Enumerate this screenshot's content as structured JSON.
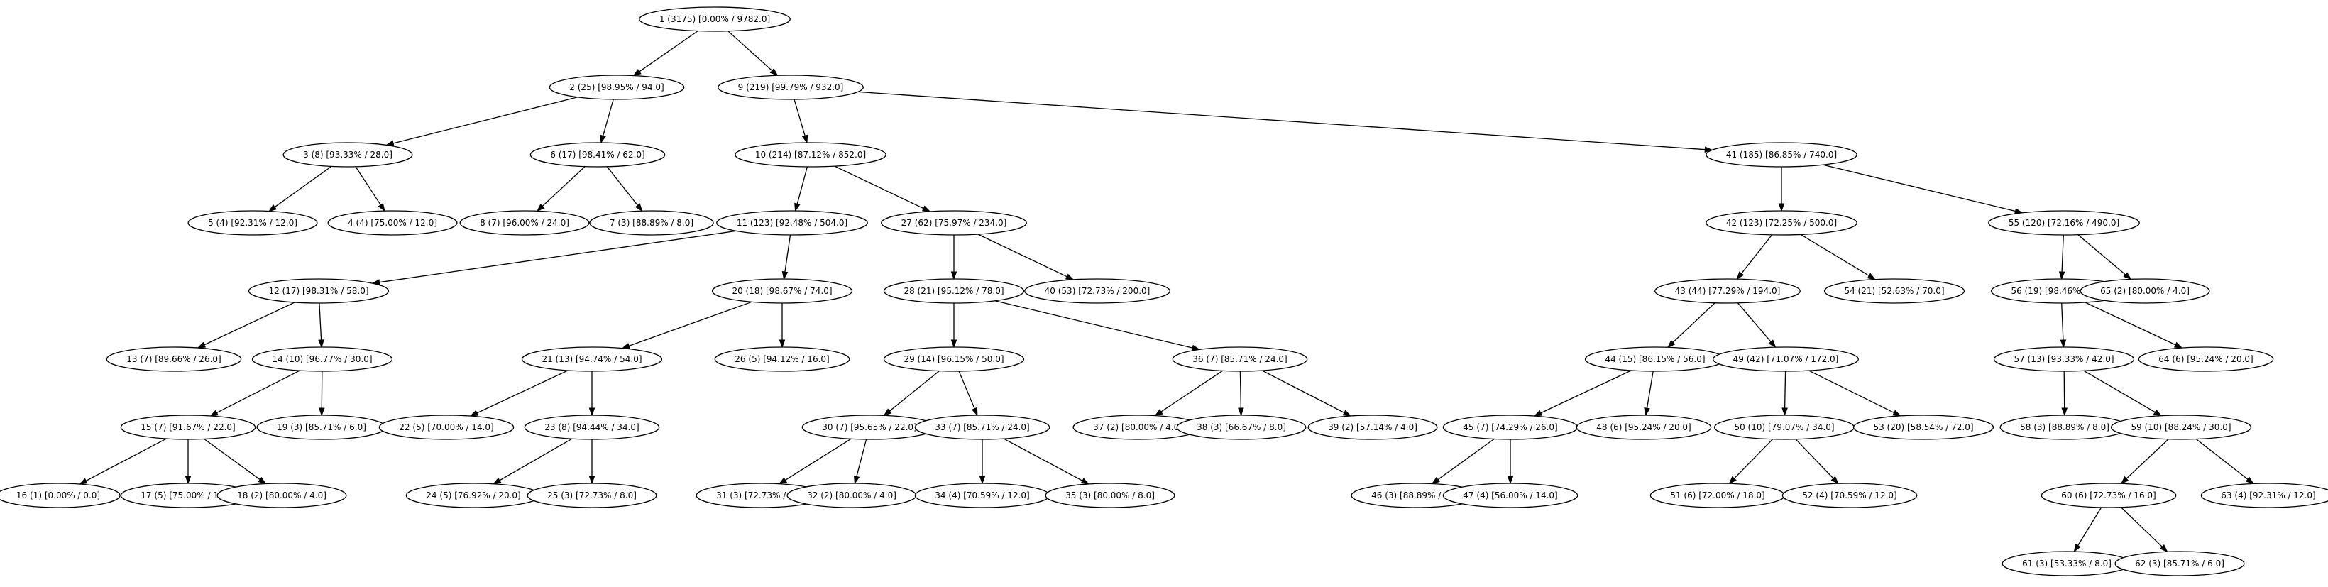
{
  "diagram": {
    "nodes": [
      {
        "id": "1",
        "label": "1 (3175) [0.00% / 9782.0]"
      },
      {
        "id": "2",
        "label": "2 (25) [98.95% / 94.0]"
      },
      {
        "id": "9",
        "label": "9 (219) [99.79% / 932.0]"
      },
      {
        "id": "3",
        "label": "3 (8) [93.33% / 28.0]"
      },
      {
        "id": "6",
        "label": "6 (17) [98.41% / 62.0]"
      },
      {
        "id": "10",
        "label": "10 (214) [87.12% / 852.0]"
      },
      {
        "id": "41",
        "label": "41 (185) [86.85% / 740.0]"
      },
      {
        "id": "5",
        "label": "5 (4) [92.31% / 12.0]"
      },
      {
        "id": "4",
        "label": "4 (4) [75.00% / 12.0]"
      },
      {
        "id": "8",
        "label": "8 (7) [96.00% / 24.0]"
      },
      {
        "id": "7",
        "label": "7 (3) [88.89% / 8.0]"
      },
      {
        "id": "11",
        "label": "11 (123) [92.48% / 504.0]"
      },
      {
        "id": "27",
        "label": "27 (62) [75.97% / 234.0]"
      },
      {
        "id": "42",
        "label": "42 (123) [72.25% / 500.0]"
      },
      {
        "id": "55",
        "label": "55 (120) [72.16% / 490.0]"
      },
      {
        "id": "12",
        "label": "12 (17) [98.31% / 58.0]"
      },
      {
        "id": "20",
        "label": "20 (18) [98.67% / 74.0]"
      },
      {
        "id": "28",
        "label": "28 (21) [95.12% / 78.0]"
      },
      {
        "id": "40",
        "label": "40 (53) [72.73% / 200.0]"
      },
      {
        "id": "43",
        "label": "43 (44) [77.29% / 194.0]"
      },
      {
        "id": "54",
        "label": "54 (21) [52.63% / 70.0]"
      },
      {
        "id": "56",
        "label": "56 (19) [98.46% / 64.0]"
      },
      {
        "id": "65",
        "label": "65 (2) [80.00% / 4.0]"
      },
      {
        "id": "13",
        "label": "13 (7) [89.66% / 26.0]"
      },
      {
        "id": "14",
        "label": "14 (10) [96.77% / 30.0]"
      },
      {
        "id": "21",
        "label": "21 (13) [94.74% / 54.0]"
      },
      {
        "id": "26",
        "label": "26 (5) [94.12% / 16.0]"
      },
      {
        "id": "29",
        "label": "29 (14) [96.15% / 50.0]"
      },
      {
        "id": "36",
        "label": "36 (7) [85.71% / 24.0]"
      },
      {
        "id": "44",
        "label": "44 (15) [86.15% / 56.0]"
      },
      {
        "id": "49",
        "label": "49 (42) [71.07% / 172.0]"
      },
      {
        "id": "57",
        "label": "57 (13) [93.33% / 42.0]"
      },
      {
        "id": "64",
        "label": "64 (6) [95.24% / 20.0]"
      },
      {
        "id": "15",
        "label": "15 (7) [91.67% / 22.0]"
      },
      {
        "id": "19",
        "label": "19 (3) [85.71% / 6.0]"
      },
      {
        "id": "22",
        "label": "22 (5) [70.00% / 14.0]"
      },
      {
        "id": "23",
        "label": "23 (8) [94.44% / 34.0]"
      },
      {
        "id": "30",
        "label": "30 (7) [95.65% / 22.0]"
      },
      {
        "id": "33",
        "label": "33 (7) [85.71% / 24.0]"
      },
      {
        "id": "37",
        "label": "37 (2) [80.00% / 4.0]"
      },
      {
        "id": "38",
        "label": "38 (3) [66.67% / 8.0]"
      },
      {
        "id": "39",
        "label": "39 (2) [57.14% / 4.0]"
      },
      {
        "id": "45",
        "label": "45 (7) [74.29% / 26.0]"
      },
      {
        "id": "48",
        "label": "48 (6) [95.24% / 20.0]"
      },
      {
        "id": "50",
        "label": "50 (10) [79.07% / 34.0]"
      },
      {
        "id": "53",
        "label": "53 (20) [58.54% / 72.0]"
      },
      {
        "id": "58",
        "label": "58 (3) [88.89% / 8.0]"
      },
      {
        "id": "59",
        "label": "59 (10) [88.24% / 30.0]"
      },
      {
        "id": "16",
        "label": "16 (1) [0.00% / 0.0]"
      },
      {
        "id": "17",
        "label": "17 (5) [75.00% / 12.0]"
      },
      {
        "id": "18",
        "label": "18 (2) [80.00% / 4.0]"
      },
      {
        "id": "24",
        "label": "24 (5) [76.92% / 20.0]"
      },
      {
        "id": "25",
        "label": "25 (3) [72.73% / 8.0]"
      },
      {
        "id": "31",
        "label": "31 (3) [72.73% / 8.0]"
      },
      {
        "id": "32",
        "label": "32 (2) [80.00% / 4.0]"
      },
      {
        "id": "34",
        "label": "34 (4) [70.59% / 12.0]"
      },
      {
        "id": "35",
        "label": "35 (3) [80.00% / 8.0]"
      },
      {
        "id": "46",
        "label": "46 (3) [88.89% / 8.0]"
      },
      {
        "id": "47",
        "label": "47 (4) [56.00% / 14.0]"
      },
      {
        "id": "51",
        "label": "51 (6) [72.00% / 18.0]"
      },
      {
        "id": "52",
        "label": "52 (4) [70.59% / 12.0]"
      },
      {
        "id": "60",
        "label": "60 (6) [72.73% / 16.0]"
      },
      {
        "id": "63",
        "label": "63 (4) [92.31% / 12.0]"
      },
      {
        "id": "61",
        "label": "61 (3) [53.33% / 8.0]"
      },
      {
        "id": "62",
        "label": "62 (3) [85.71% / 6.0]"
      }
    ],
    "edges": [
      [
        "1",
        "2"
      ],
      [
        "1",
        "9"
      ],
      [
        "2",
        "3"
      ],
      [
        "2",
        "6"
      ],
      [
        "3",
        "5"
      ],
      [
        "3",
        "4"
      ],
      [
        "6",
        "8"
      ],
      [
        "6",
        "7"
      ],
      [
        "9",
        "10"
      ],
      [
        "9",
        "41"
      ],
      [
        "10",
        "11"
      ],
      [
        "10",
        "27"
      ],
      [
        "11",
        "12"
      ],
      [
        "11",
        "20"
      ],
      [
        "12",
        "13"
      ],
      [
        "12",
        "14"
      ],
      [
        "14",
        "15"
      ],
      [
        "14",
        "19"
      ],
      [
        "15",
        "16"
      ],
      [
        "15",
        "17"
      ],
      [
        "15",
        "18"
      ],
      [
        "20",
        "21"
      ],
      [
        "20",
        "26"
      ],
      [
        "21",
        "22"
      ],
      [
        "21",
        "23"
      ],
      [
        "23",
        "24"
      ],
      [
        "23",
        "25"
      ],
      [
        "27",
        "28"
      ],
      [
        "27",
        "40"
      ],
      [
        "28",
        "29"
      ],
      [
        "28",
        "36"
      ],
      [
        "29",
        "30"
      ],
      [
        "29",
        "33"
      ],
      [
        "30",
        "31"
      ],
      [
        "30",
        "32"
      ],
      [
        "33",
        "34"
      ],
      [
        "33",
        "35"
      ],
      [
        "36",
        "37"
      ],
      [
        "36",
        "38"
      ],
      [
        "36",
        "39"
      ],
      [
        "41",
        "42"
      ],
      [
        "41",
        "55"
      ],
      [
        "42",
        "43"
      ],
      [
        "42",
        "54"
      ],
      [
        "43",
        "44"
      ],
      [
        "43",
        "49"
      ],
      [
        "44",
        "45"
      ],
      [
        "44",
        "48"
      ],
      [
        "45",
        "46"
      ],
      [
        "45",
        "47"
      ],
      [
        "49",
        "50"
      ],
      [
        "49",
        "53"
      ],
      [
        "50",
        "51"
      ],
      [
        "50",
        "52"
      ],
      [
        "55",
        "56"
      ],
      [
        "55",
        "65"
      ],
      [
        "56",
        "57"
      ],
      [
        "56",
        "64"
      ],
      [
        "57",
        "58"
      ],
      [
        "57",
        "59"
      ],
      [
        "59",
        "60"
      ],
      [
        "59",
        "63"
      ],
      [
        "60",
        "61"
      ],
      [
        "60",
        "62"
      ]
    ]
  }
}
